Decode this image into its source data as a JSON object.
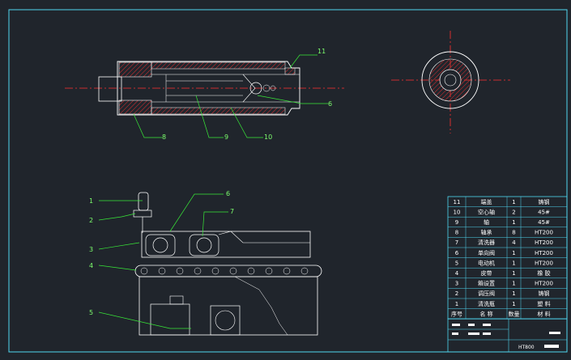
{
  "colors": {
    "background": "#20252c",
    "frame": "#4fd6f0",
    "outline": "#ffffff",
    "centerline": "#ff3030",
    "leader": "#38e838",
    "hatch": "#e03030",
    "table_border": "#4fd6f0"
  },
  "top_view_callouts": [
    "11",
    "6",
    "8",
    "9",
    "10"
  ],
  "side_view_callouts": [
    "1",
    "2",
    "3",
    "4",
    "5",
    "6",
    "7"
  ],
  "parts_table": {
    "rows": [
      {
        "no": "11",
        "name": "端盖",
        "qty": "1",
        "material": "铸钢"
      },
      {
        "no": "10",
        "name": "空心轴",
        "qty": "2",
        "material": "45#"
      },
      {
        "no": "9",
        "name": "轴",
        "qty": "1",
        "material": "45#"
      },
      {
        "no": "8",
        "name": "轴承",
        "qty": "8",
        "material": "HT200"
      },
      {
        "no": "7",
        "name": "清洗器",
        "qty": "4",
        "material": "HT200"
      },
      {
        "no": "6",
        "name": "单向阀",
        "qty": "1",
        "material": "HT200"
      },
      {
        "no": "5",
        "name": "电动机",
        "qty": "1",
        "material": "HT200"
      },
      {
        "no": "4",
        "name": "皮带",
        "qty": "1",
        "material": "橡 胶"
      },
      {
        "no": "3",
        "name": "箱设置",
        "qty": "1",
        "material": "HT200"
      },
      {
        "no": "2",
        "name": "调压阀",
        "qty": "1",
        "material": "铸钢"
      },
      {
        "no": "1",
        "name": "清洗瓶",
        "qty": "1",
        "material": "塑 料"
      }
    ],
    "header": {
      "no": "序号",
      "name": "名 称",
      "qty": "数量",
      "material": "材 料"
    }
  },
  "title_block": {
    "drawing_code": "HT800"
  }
}
